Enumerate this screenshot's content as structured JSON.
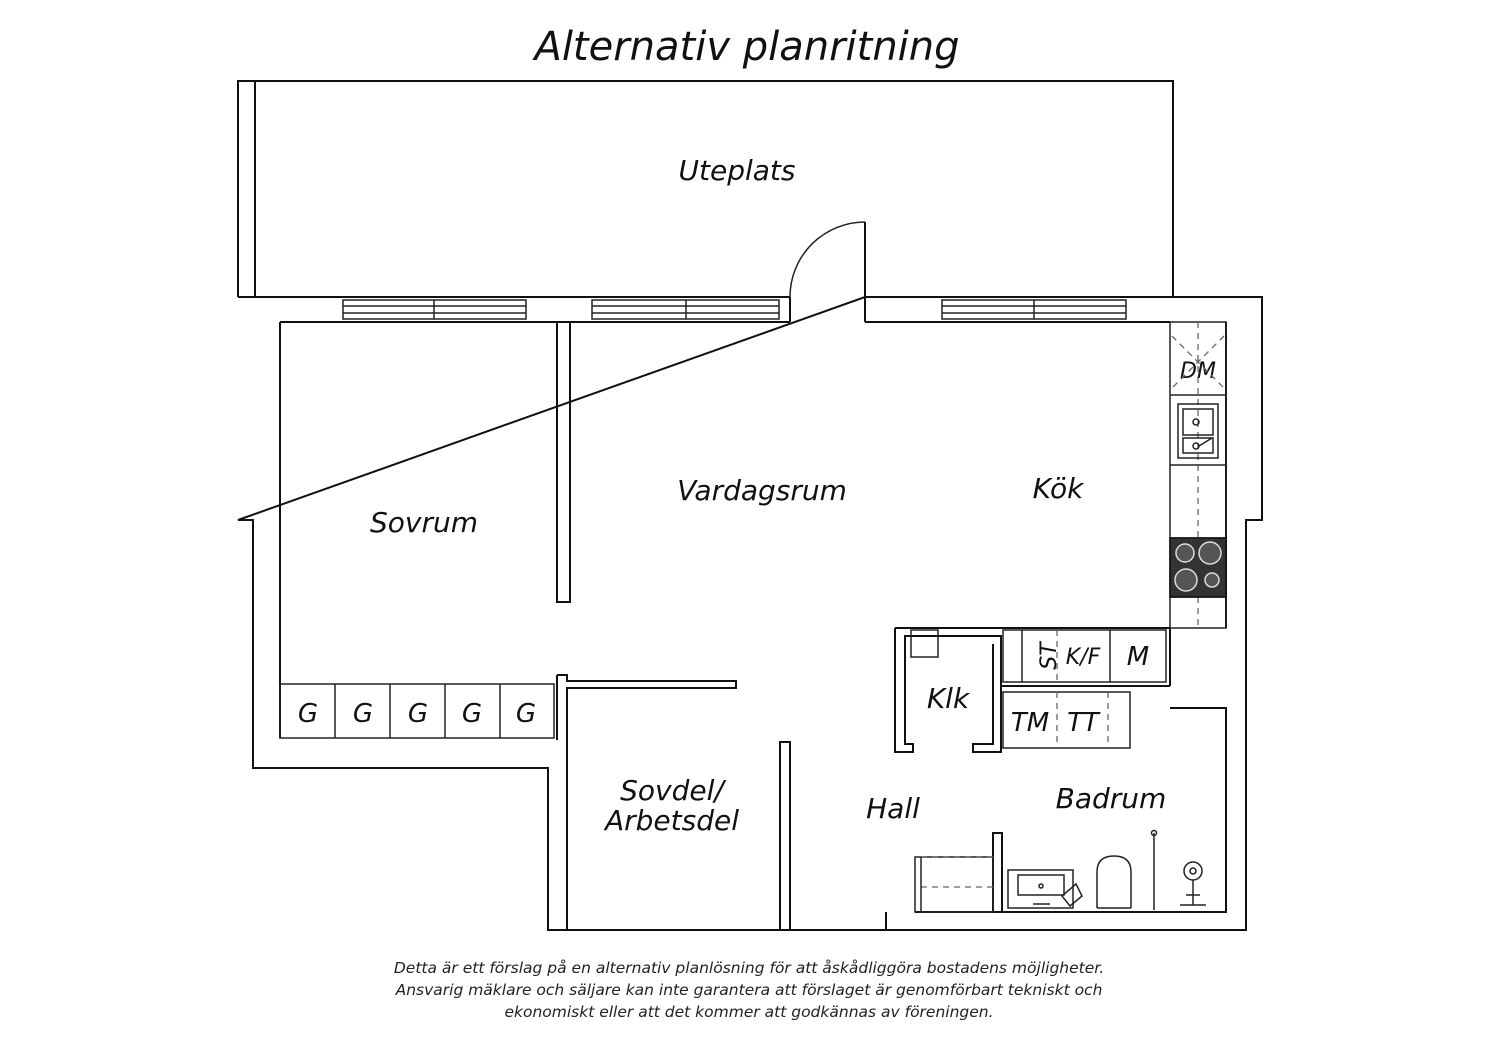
{
  "title": "Alternativ planritning",
  "rooms": {
    "uteplats": "Uteplats",
    "vardagsrum": "Vardagsrum",
    "kok": "Kök",
    "sovrum": "Sovrum",
    "sovdel_line1": "Sovdel/",
    "sovdel_line2": "Arbetsdel",
    "hall": "Hall",
    "badrum": "Badrum",
    "klk": "Klk"
  },
  "fixtures": {
    "dm": "DM",
    "st": "ST",
    "kf": "K/F",
    "m": "M",
    "tm": "TM",
    "tt": "TT",
    "wardrobes": [
      "G",
      "G",
      "G",
      "G",
      "G"
    ]
  },
  "disclaimer": [
    "Detta är ett förslag på en alternativ planlösning för att åskådliggöra bostadens möjligheter.",
    "Ansvarig mäklare och säljare kan inte garantera att förslaget är genomförbart tekniskt och",
    "ekonomiskt eller att det kommer att godkännas av föreningen."
  ]
}
